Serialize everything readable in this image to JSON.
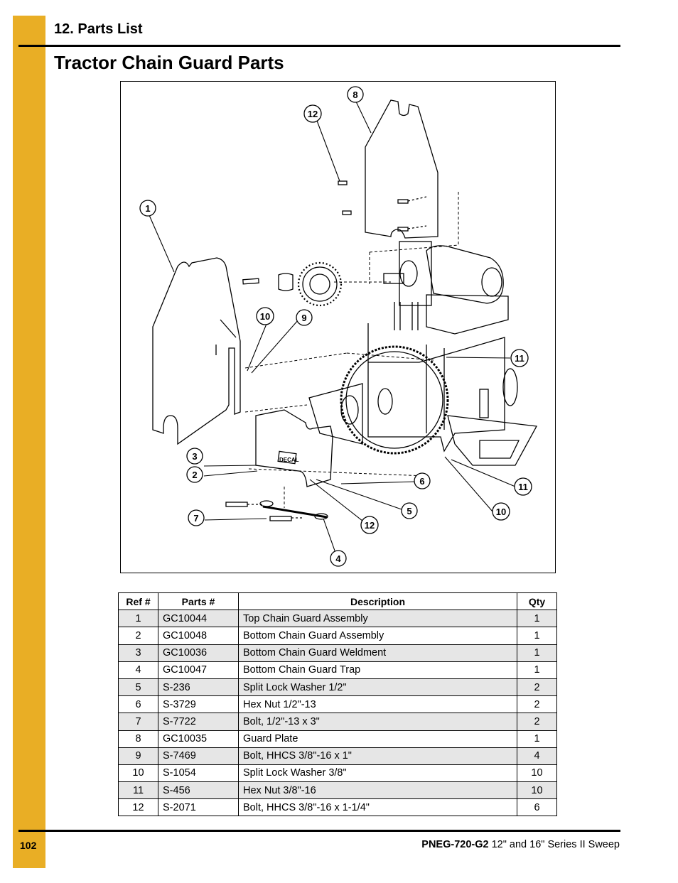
{
  "section": {
    "title": "12. Parts List"
  },
  "page_title": "Tractor Chain Guard Parts",
  "figure": {
    "callouts": [
      "1",
      "2",
      "3",
      "4",
      "5",
      "6",
      "7",
      "8",
      "9",
      "10",
      "10",
      "11",
      "11",
      "12",
      "12"
    ],
    "decal_text": "DECAL"
  },
  "table": {
    "headers": {
      "ref": "Ref #",
      "part": "Parts #",
      "desc": "Description",
      "qty": "Qty"
    },
    "rows": [
      {
        "ref": "1",
        "part": "GC10044",
        "desc": "Top Chain Guard Assembly",
        "qty": "1"
      },
      {
        "ref": "2",
        "part": "GC10048",
        "desc": "Bottom Chain Guard Assembly",
        "qty": "1"
      },
      {
        "ref": "3",
        "part": "GC10036",
        "desc": "Bottom Chain Guard Weldment",
        "qty": "1"
      },
      {
        "ref": "4",
        "part": "GC10047",
        "desc": "Bottom Chain Guard Trap",
        "qty": "1"
      },
      {
        "ref": "5",
        "part": "S-236",
        "desc": "Split Lock Washer 1/2\"",
        "qty": "2"
      },
      {
        "ref": "6",
        "part": "S-3729",
        "desc": "Hex Nut 1/2\"-13",
        "qty": "2"
      },
      {
        "ref": "7",
        "part": "S-7722",
        "desc": "Bolt, 1/2\"-13 x 3\"",
        "qty": "2"
      },
      {
        "ref": "8",
        "part": "GC10035",
        "desc": "Guard Plate",
        "qty": "1"
      },
      {
        "ref": "9",
        "part": "S-7469",
        "desc": "Bolt, HHCS 3/8\"-16 x 1\"",
        "qty": "4"
      },
      {
        "ref": "10",
        "part": "S-1054",
        "desc": "Split Lock Washer 3/8\"",
        "qty": "10"
      },
      {
        "ref": "11",
        "part": "S-456",
        "desc": "Hex Nut 3/8\"-16",
        "qty": "10"
      },
      {
        "ref": "12",
        "part": "S-2071",
        "desc": "Bolt, HHCS 3/8\"-16 x 1-1/4\"",
        "qty": "6"
      }
    ]
  },
  "footer": {
    "page_number": "102",
    "doc_code": "PNEG-720-G2",
    "doc_title": "12\" and 16\" Series II Sweep"
  },
  "colors": {
    "accent": "#E9AE25",
    "row_shade": "#E6E6E6"
  }
}
